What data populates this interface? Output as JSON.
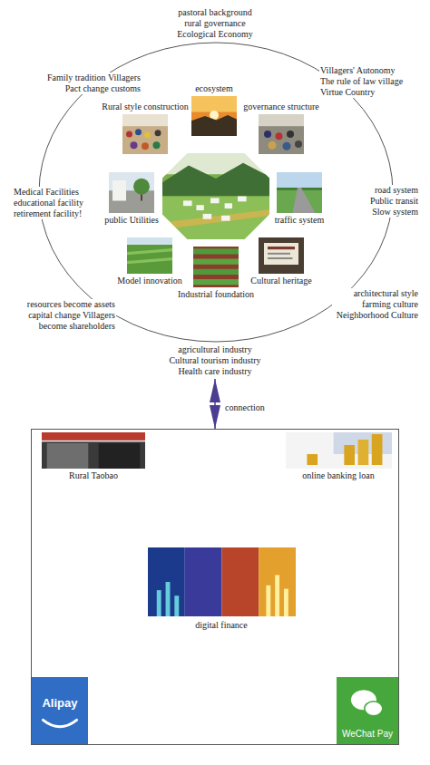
{
  "diagram": {
    "nodes": [
      {
        "text": [
          "pastoral background rural governance Ecological Economy",
          "Villagers' Autonomy The rule of law village Virtue Country",
          "road system Public transit Slow system",
          "architectural style farming culture Neighborhood Culture",
          "agricultural industry Cultural tourism industry Health care industry",
          "resources become assets capital change Villagers become shareholders",
          "Medical Facilities educational facility retirement facility!",
          "Family tradition Villagers Pact change customs"
        ]
      },
      {
        "text": [
          "ecosystem"
        ],
        "in": 0
      },
      {
        "text": [
          "governance structure"
        ],
        "in": 0
      },
      {
        "text": [
          "traffic system"
        ],
        "in": 0
      },
      {
        "text": [
          "Cultural heritage"
        ],
        "in": 0
      },
      {
        "text": [
          "Industrial foundation"
        ],
        "in": 0
      },
      {
        "text": [
          "Model innovation"
        ],
        "in": 0
      },
      {
        "text": [
          "public Utilities"
        ],
        "in": 0
      },
      {
        "text": [
          "Rural style construction"
        ],
        "in": 0
      },
      {
        "text": [
          "digital finance"
        ]
      },
      {
        "text": [
          "Rural Taobao"
        ],
        "in": 9
      },
      {
        "text": [
          "online banking loan"
        ],
        "in": 9
      },
      {
        "text": [
          "Alipay"
        ],
        "in": 9
      },
      {
        "text": [
          "WeChat Pay"
        ],
        "in": 9
      }
    ],
    "edges": [
      {
        "from": 0,
        "to": 9,
        "label": "connection",
        "arrow": "both"
      }
    ]
  }
}
